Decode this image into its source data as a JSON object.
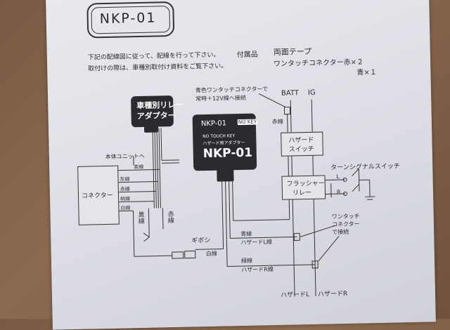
{
  "title": "NKP-01",
  "intro_line1": "下記の配線図に従って、配線を行って下さい。",
  "intro_line2": "取付けの際は、車種別取付け資料をご覧下さい。",
  "accessories_label": "付属品",
  "accessory_tape": "両面テープ",
  "accessory_connector_red": "ワンタッチコネクター赤×２",
  "accessory_connector_blue": "青×１",
  "relay_adapter_line1": "車種別リレー",
  "relay_adapter_line2": "アダプター",
  "device_brand": "NKP-01",
  "device_logo": "NO KEY",
  "device_sub1": "NO TOUCH KEY",
  "device_sub2": "ハザード用アダプター",
  "device_model": "NKP-01",
  "note_blue_connector1": "青色ワンタッチコネクターで",
  "note_blue_connector2": "常時＋12V線へ接続",
  "batt": "BATT",
  "ig": "IG",
  "wire_red_right": "赤線",
  "hazard_switch_line1": "ハザード",
  "hazard_switch_line2": "スイッチ",
  "turn_signal_switch": "ターンシグナルスイッチ",
  "flasher_line1": "フラッシャー",
  "flasher_line2": "リレー",
  "turn_L": "L",
  "turn_R": "R",
  "main_unit": "本体ユニットへ",
  "connector": "コネクター",
  "wire_orange": "茶線",
  "wire_tan": "灰線",
  "wire_red": "赤線",
  "wire_pink": "桃線",
  "wire_white": "白線",
  "wire_black_vert": "黒線",
  "wire_red_vert": "赤線",
  "gibosi": "ギボシ",
  "white_wire": "白線",
  "blue_wire": "青線",
  "hazard_L_wire": "ハザードL線",
  "green_wire": "緑線",
  "hazard_R_wire": "ハザードR線",
  "one_touch1": "ワンタッチ",
  "one_touch2": "コネクター",
  "one_touch3": "で接続",
  "hazard_L": "ハザードL",
  "hazard_R": "ハザードR"
}
